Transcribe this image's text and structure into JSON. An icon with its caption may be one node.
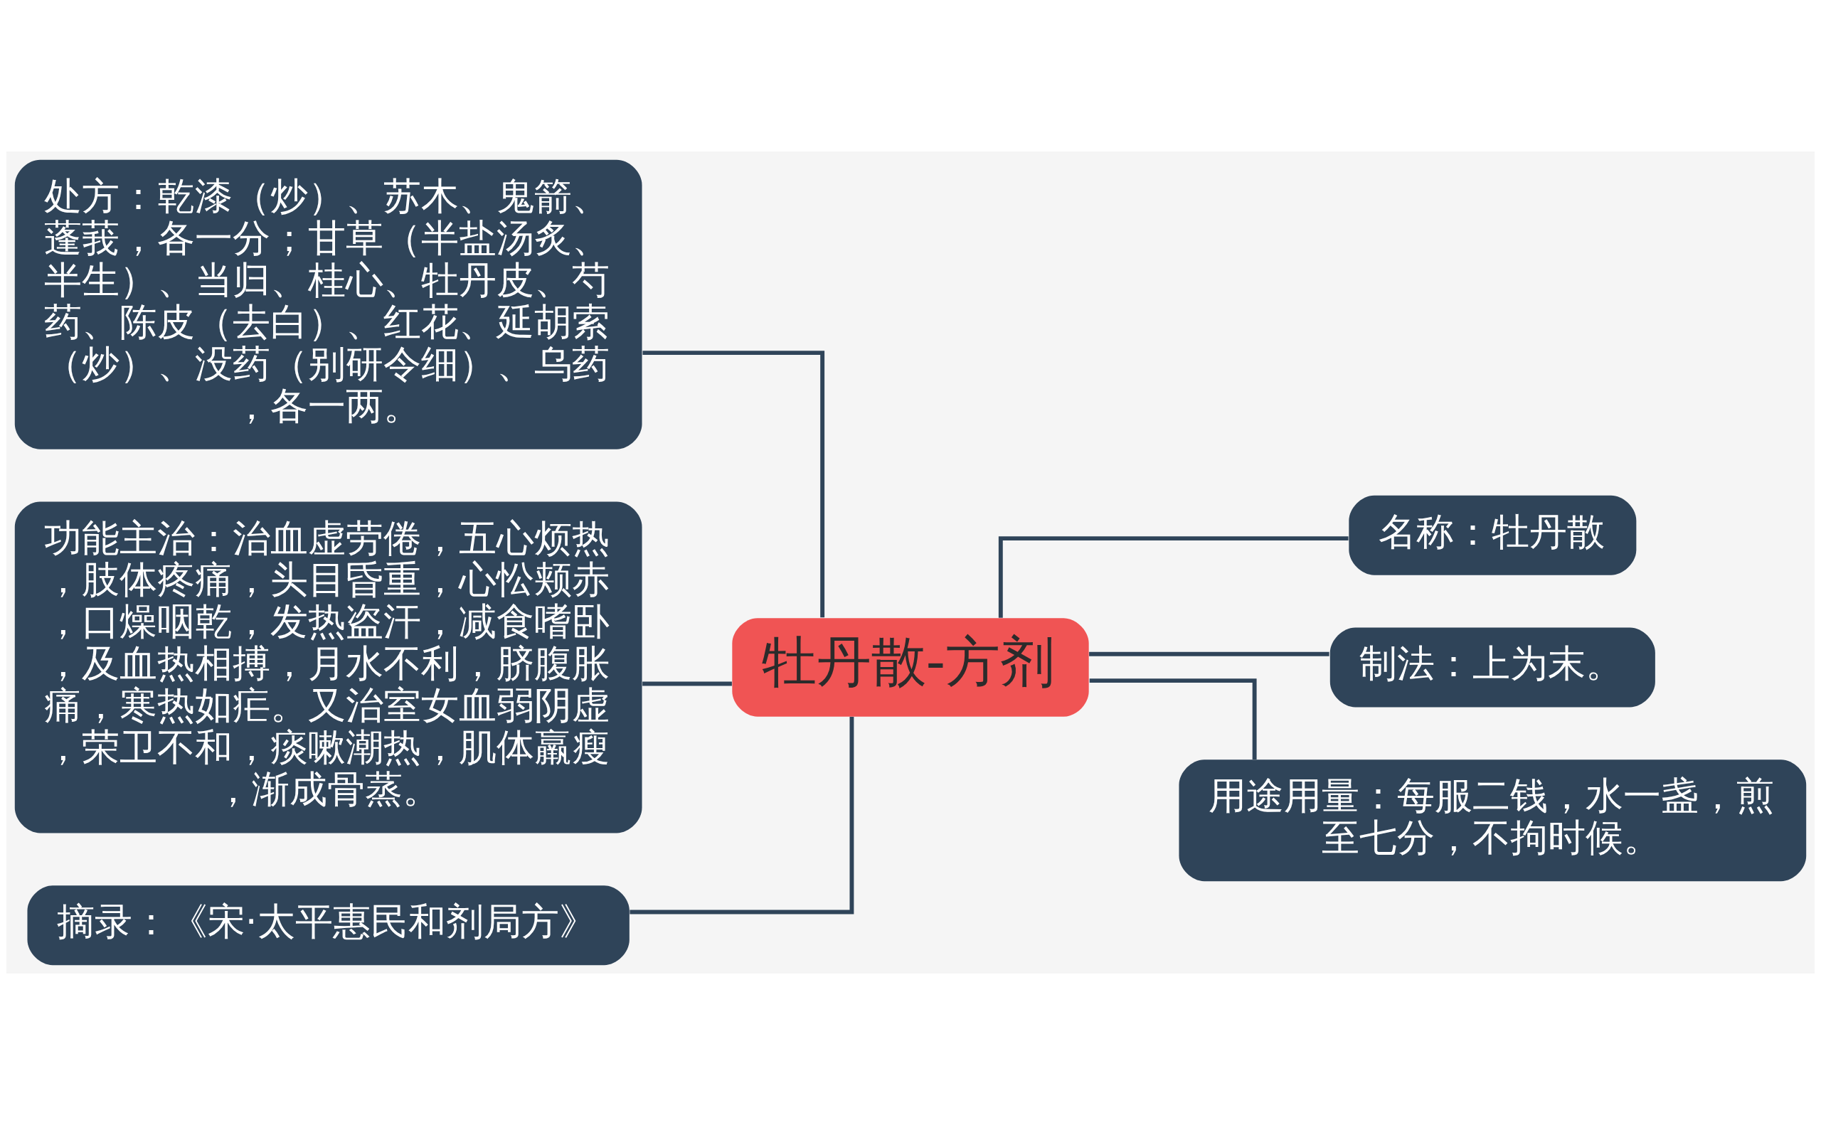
{
  "diagram": {
    "nodes": [
      {
        "text": [
          "牡丹散-方剂"
        ]
      },
      {
        "text": [
          "处方：乾漆（炒）、苏木、鬼箭、蓬莪，各一分；甘草（半盐汤炙、半生）、当归、桂心、牡丹皮、芍药、陈皮（去白）、红花、延胡索（炒）、没药（别研令细）、乌药，各一两。"
        ]
      },
      {
        "text": [
          "功能主治：治血虚劳倦，五心烦热，肢体疼痛，头目昏重，心忪颊赤，口燥咽乾，发热盗汗，减食嗜卧，及血热相搏，月水不利，脐腹胀痛，寒热如疟。又治室女血弱阴虚，荣卫不和，痰嗽潮热，肌体羸瘦，渐成骨蒸。"
        ]
      },
      {
        "text": [
          "摘录：《宋·太平惠民和剂局方》"
        ]
      },
      {
        "text": [
          "名称：牡丹散"
        ]
      },
      {
        "text": [
          "制法：上为末。"
        ]
      },
      {
        "text": [
          "用途用量：每服二钱，水一盏，煎至七分，不拘时候。"
        ]
      }
    ],
    "edges": [
      {
        "from": 0,
        "to": 1,
        "arrow": "none"
      },
      {
        "from": 0,
        "to": 2,
        "arrow": "none"
      },
      {
        "from": 0,
        "to": 3,
        "arrow": "none"
      },
      {
        "from": 0,
        "to": 4,
        "arrow": "none"
      },
      {
        "from": 0,
        "to": 5,
        "arrow": "none"
      },
      {
        "from": 0,
        "to": 6,
        "arrow": "none"
      }
    ]
  }
}
